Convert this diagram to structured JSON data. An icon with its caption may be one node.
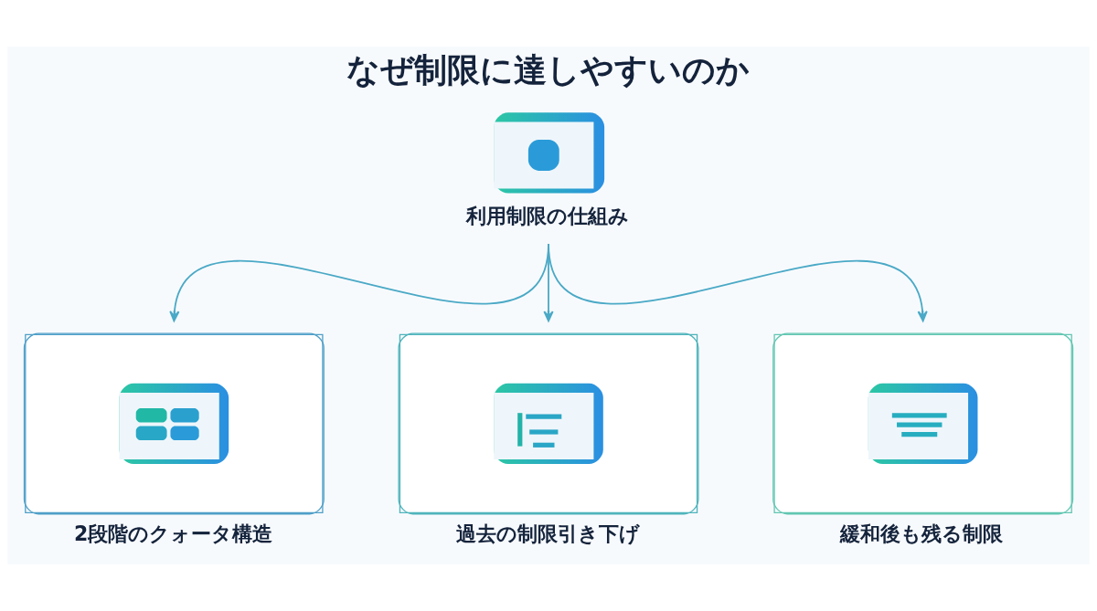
{
  "diagram": {
    "title": "なぜ制限に達しやすいのか",
    "nodes": [
      {
        "text": [
          "利用制限の仕組み"
        ]
      },
      {
        "text": [
          "2段階のクォータ構造"
        ]
      },
      {
        "text": [
          "過去の制限引き下げ"
        ]
      },
      {
        "text": [
          "緩和後も残る制限"
        ]
      }
    ],
    "edges": [
      {
        "from": 0,
        "to": 1,
        "arrow": "to"
      },
      {
        "from": 0,
        "to": 2,
        "arrow": "to"
      },
      {
        "from": 0,
        "to": 3,
        "arrow": "to"
      }
    ]
  }
}
